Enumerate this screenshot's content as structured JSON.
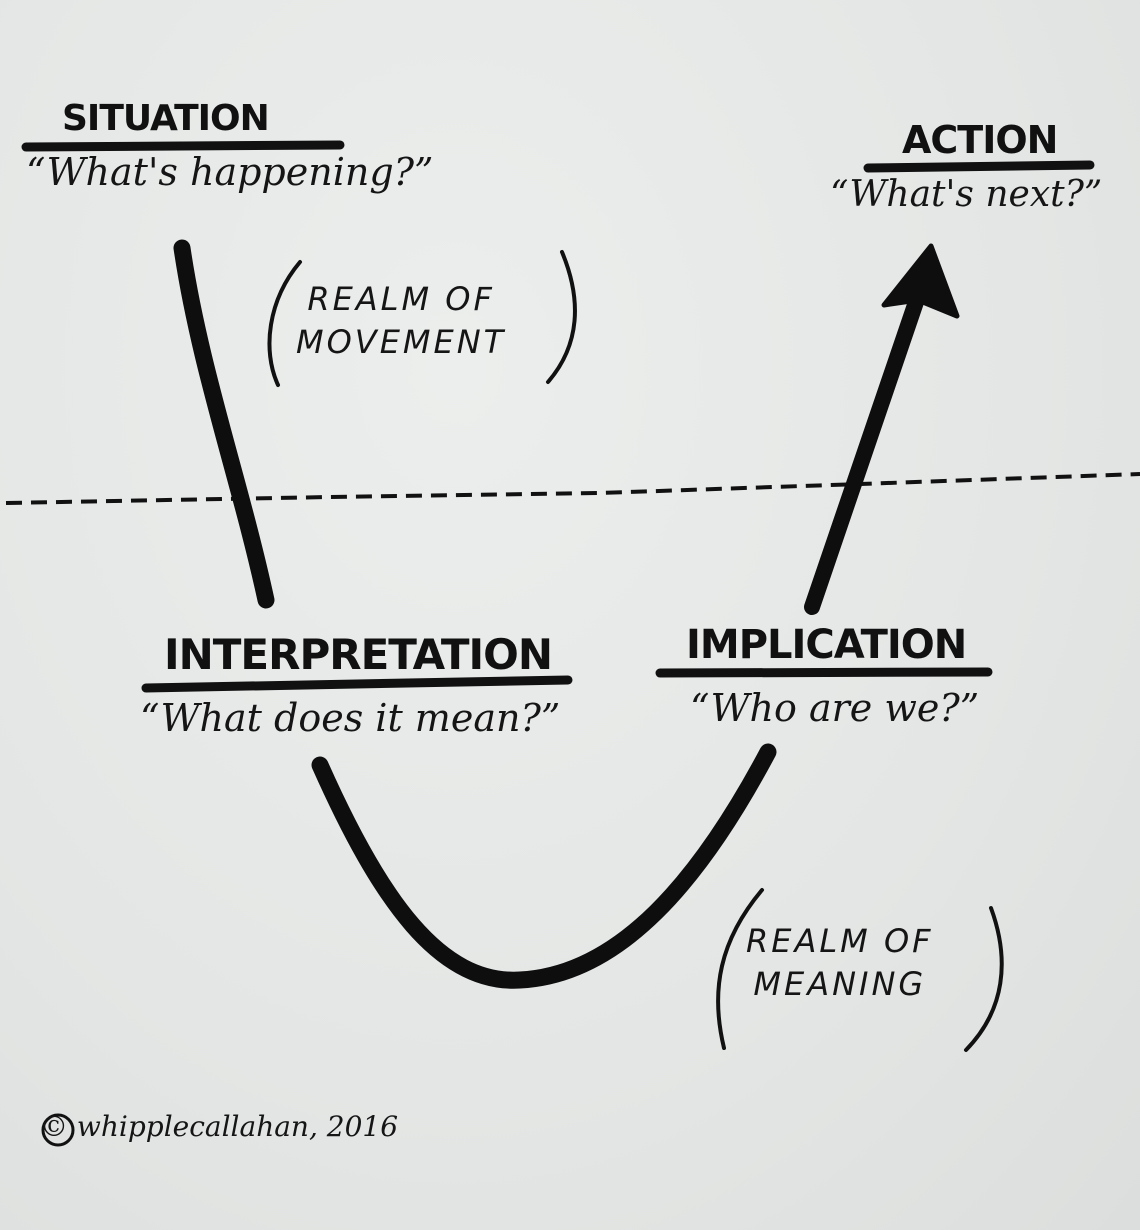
{
  "diagram": {
    "background_color": "#e6e8e6",
    "ink_color": "#111111",
    "stages": [
      {
        "id": "situation",
        "title": "SITUATION",
        "question": "“What's happening?”"
      },
      {
        "id": "interpretation",
        "title": "INTERPRETATION",
        "question": "“What does it mean?”"
      },
      {
        "id": "implication",
        "title": "IMPLICATION",
        "question": "“Who are we?”"
      },
      {
        "id": "action",
        "title": "ACTION",
        "question": "“What's next?”"
      }
    ],
    "realms": {
      "movement": {
        "line1": "REALM OF",
        "line2": "MOVEMENT"
      },
      "meaning": {
        "line1": "REALM OF",
        "line2": "MEANING"
      }
    },
    "divider": {
      "style": "dashed",
      "description": "boundary between realm of movement (above) and realm of meaning (below)"
    },
    "flow": [
      "situation",
      "interpretation",
      "implication",
      "action"
    ],
    "credit": "© whipplecallahan, 2016"
  }
}
